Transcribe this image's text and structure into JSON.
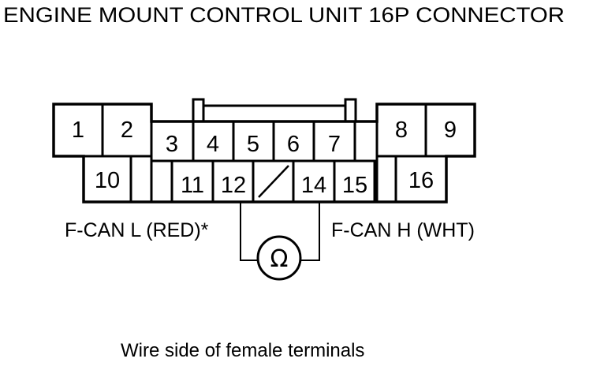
{
  "title": "ENGINE MOUNT CONTROL UNIT 16P CONNECTOR",
  "pins": [
    "1",
    "2",
    "3",
    "4",
    "5",
    "6",
    "7",
    "8",
    "9",
    "10",
    "11",
    "12",
    "14",
    "15",
    "16"
  ],
  "wire_low": "F-CAN L (RED)*",
  "wire_high": "F-CAN H (WHT)",
  "meter_symbol": "Ω",
  "caption": "Wire side of female terminals",
  "colors": {
    "ink": "#000000",
    "paper": "#ffffff"
  }
}
